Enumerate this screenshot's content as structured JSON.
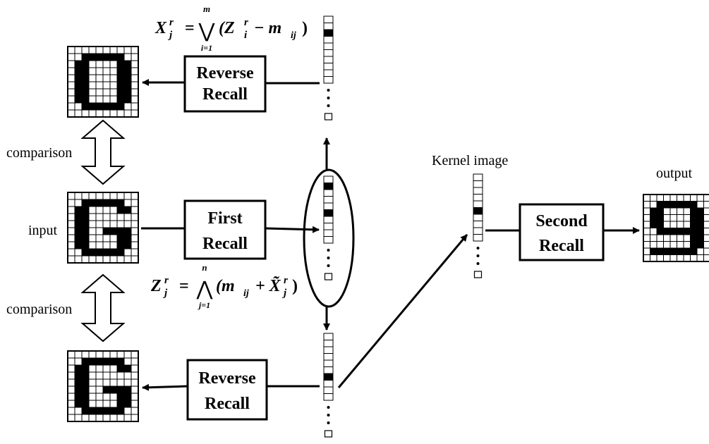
{
  "boxes": {
    "reverse_recall_top": [
      "Reverse",
      "Recall"
    ],
    "first_recall": [
      "First",
      "Recall"
    ],
    "reverse_recall_bottom": [
      "Reverse",
      "Recall"
    ],
    "second_recall": [
      "Second",
      "Recall"
    ]
  },
  "labels": {
    "comparison_top": "comparison",
    "comparison_bottom": "comparison",
    "input": "input",
    "kernel_image": "Kernel image",
    "output": "output"
  },
  "formulas": {
    "reverse": {
      "lhs": "X",
      "sup": "r",
      "sub": "j",
      "eq": "=",
      "op": "⋁",
      "op_top": "m",
      "op_bottom": "i=1",
      "body": "(Z",
      "body_sup": "r",
      "body_sub": "i",
      "minus": "− m",
      "m_sub": "ij",
      "close": ")"
    },
    "forward": {
      "lhs": "Z",
      "sup": "r",
      "sub": "j",
      "eq": "=",
      "op": "⋀",
      "op_top": "n",
      "op_bottom": "j=1",
      "open": "(m",
      "m_sub": "ij",
      "plus": "+ X̃",
      "x_sup": "r",
      "x_sub": "j",
      "close": ")"
    }
  },
  "grids": {
    "rows": 10,
    "cols": 10,
    "recalled_top": [
      "0000000000",
      "0011111100",
      "0110000110",
      "0110000110",
      "0110000110",
      "0110000110",
      "0110000110",
      "0110000110",
      "0011111100",
      "0000000000"
    ],
    "input": [
      "0000000000",
      "0011111100",
      "0110000110",
      "0110000000",
      "0110000000",
      "0110011110",
      "0110000110",
      "0110000110",
      "0011111100",
      "0000000000"
    ],
    "recalled_bottom": [
      "0000000000",
      "0011111100",
      "0110000110",
      "0110000000",
      "0110000000",
      "0110011110",
      "0110000110",
      "0110000110",
      "0011111100",
      "0000000000"
    ],
    "output": [
      "0000000000",
      "0011111100",
      "0110000110",
      "0110000110",
      "0110000110",
      "0011111110",
      "0000000110",
      "0000000110",
      "0111111100",
      "0000000000"
    ]
  },
  "vectors": {
    "top": {
      "cells": 10,
      "filled": 2
    },
    "middle": {
      "cells": 10,
      "filled": [
        1,
        5
      ]
    },
    "bottom": {
      "cells": 10,
      "filled": 6
    },
    "kernel": {
      "cells": 10,
      "filled": 5
    }
  }
}
